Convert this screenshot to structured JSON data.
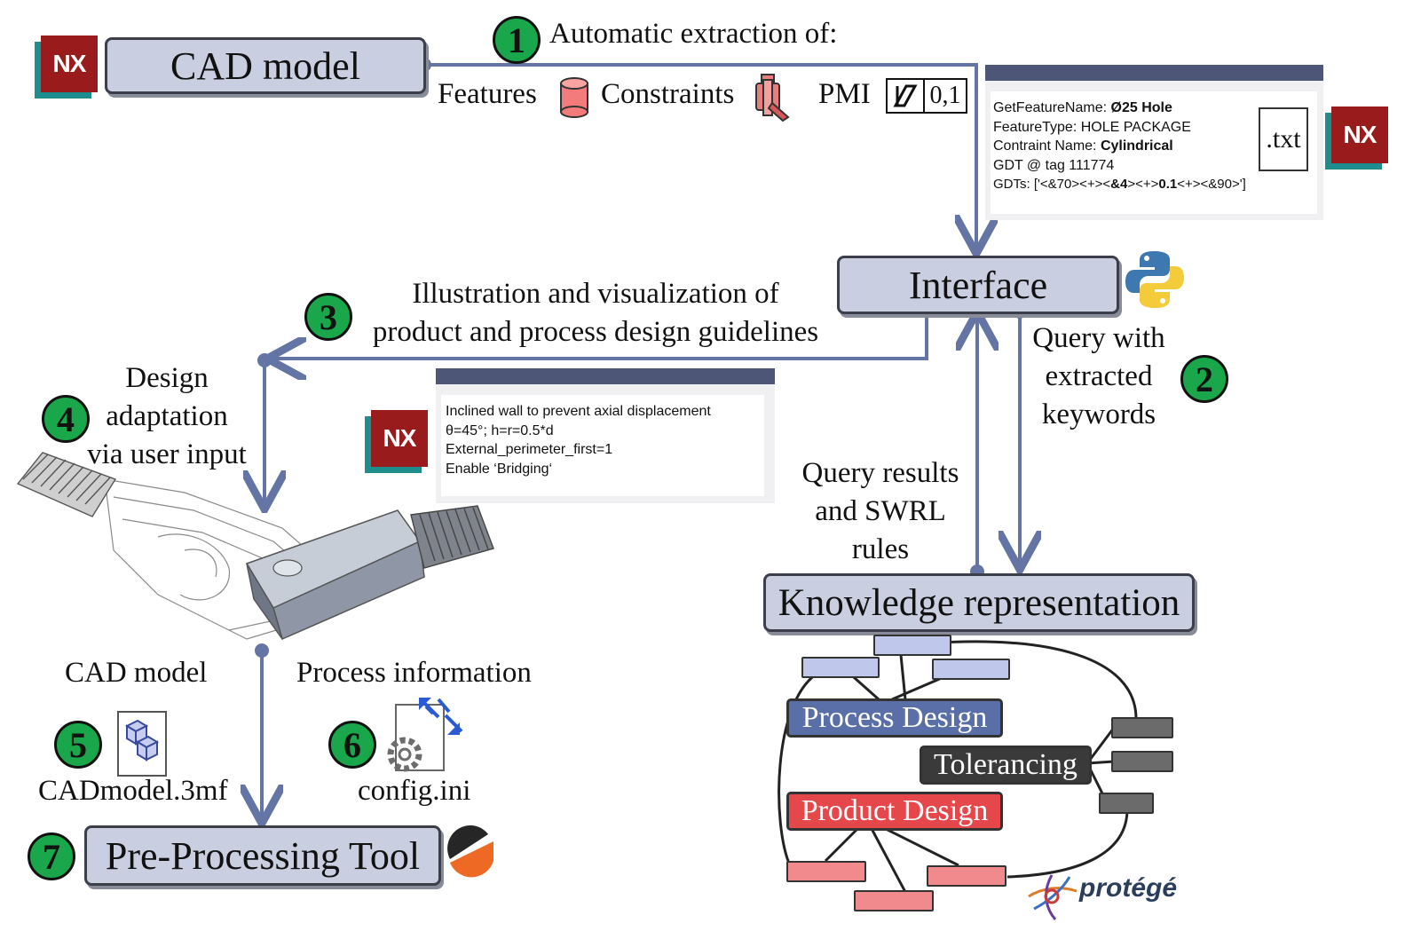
{
  "colors": {
    "box_fill": "#c9cfe0",
    "step_green": "#1aa64a",
    "connector": "#6475a5",
    "nx_red": "#9a1b1b",
    "nx_teal": "#1d8d8d",
    "process_design": "#5a6fa8",
    "product_design": "#e5474b",
    "tolerancing": "#3a3a3a"
  },
  "boxes": {
    "cad_model": "CAD model",
    "interface": "Interface",
    "knowledge": "Knowledge representation",
    "preprocessing": "Pre-Processing Tool"
  },
  "steps": {
    "s1": "1",
    "s2": "2",
    "s3": "3",
    "s4": "4",
    "s5": "5",
    "s6": "6",
    "s7": "7"
  },
  "logos": {
    "nx": "NX",
    "protege": "protégé",
    "txt": ".txt"
  },
  "step1": {
    "title": "Automatic extraction of:",
    "features": "Features",
    "constraints": "Constraints",
    "pmi": "PMI",
    "pmi_value": "0,1"
  },
  "extraction_panel": {
    "lines": [
      [
        "GetFeatureName: ",
        "Ø25 Hole",
        ""
      ],
      [
        "FeatureType: HOLE PACKAGE",
        "",
        ""
      ],
      [
        "Contraint Name: ",
        "Cylindrical",
        ""
      ],
      [
        "GDT @ tag 111774",
        "",
        ""
      ],
      [
        "GDTs: ['<&70><+><",
        "&4",
        "><+>",
        "0.1",
        "<+><&90>']"
      ]
    ]
  },
  "step2": {
    "line1": "Query with",
    "line2": "extracted",
    "line3": "keywords"
  },
  "step3": {
    "line1": "Illustration and visualization of",
    "line2": "product and process design guidelines"
  },
  "step4": {
    "line1": "Design",
    "line2": "adaptation",
    "line3": "via user input"
  },
  "guideline_panel": {
    "lines": [
      "Inclined wall to prevent axial displacement",
      "θ=45°; h=r=0.5*d",
      "External_perimeter_first=1",
      "Enable ‘Bridging‘"
    ]
  },
  "query_results": {
    "line1": "Query results",
    "line2": "and SWRL",
    "line3": "rules"
  },
  "step5": {
    "heading": "CAD model",
    "file": "CADmodel.3mf"
  },
  "step6": {
    "heading": "Process information",
    "file": "config.ini"
  },
  "ontology": {
    "process_design": "Process Design",
    "tolerancing": "Tolerancing",
    "product_design": "Product Design"
  },
  "icons": [
    "nx-logo-icon",
    "cylinder-feature-icon",
    "constraint-icon",
    "pmi-flatness-icon",
    "python-logo-icon",
    "3mf-file-icon",
    "config-file-icon",
    "prusaslicer-logo-icon",
    "protege-logo-icon",
    "txt-file-icon"
  ]
}
